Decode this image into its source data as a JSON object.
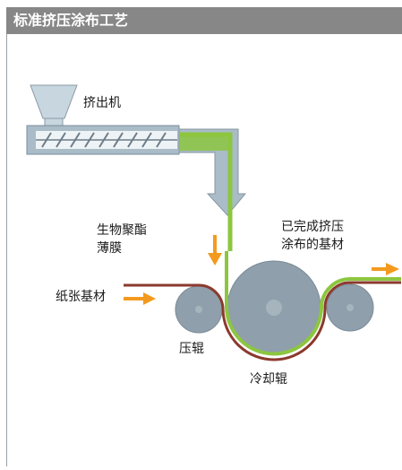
{
  "header": {
    "title": "标准挤压涂布工艺"
  },
  "labels": {
    "extruder": "挤出机",
    "film_line1": "生物聚酯",
    "film_line2": "薄膜",
    "finished_line1": "已完成挤压",
    "finished_line2": "涂布的基材",
    "paper_substrate": "纸张基材",
    "pressure_roller": "压辊",
    "chill_roller": "冷却辊"
  },
  "colors": {
    "header_bg": "#878787",
    "extruder_gray": "#a9bcc8",
    "roller_gray": "#8f9fab",
    "film_green": "#8cc63f",
    "paper_brown": "#8b3a2e",
    "arrow_orange": "#f39a1e"
  }
}
